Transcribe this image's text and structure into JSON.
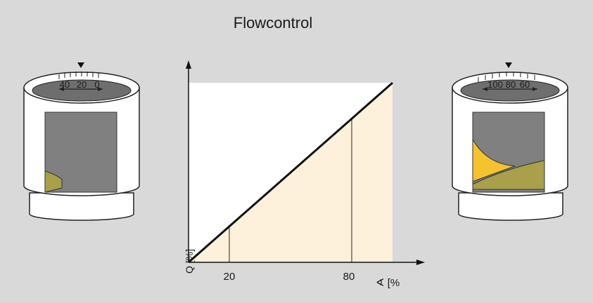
{
  "title": "Flowcontrol",
  "chart_data": {
    "type": "line",
    "x": [
      0,
      20,
      80,
      100
    ],
    "y": [
      0,
      20,
      80,
      100
    ],
    "xlim": [
      0,
      100
    ],
    "ylim": [
      0,
      100
    ],
    "x_ticks": [
      "20",
      "80"
    ],
    "x_axis_unit": "∢ [%",
    "y_axis_unit": "Q [%]",
    "highlighted_x": [
      20,
      80
    ]
  },
  "left_valve": {
    "scale": [
      "40",
      "20",
      "0"
    ],
    "fill_level": 0.12
  },
  "right_valve": {
    "scale": [
      "100",
      "80",
      "60"
    ],
    "fill_level": 0.75
  },
  "colors": {
    "background": "#d9d9d9",
    "plot_area": "#ffffff",
    "shaded_area": "#fdf1dc",
    "line": "#111111",
    "valve_body": "#ffffff",
    "valve_window": "#808080",
    "flow_olive": "#a8a04a",
    "flow_yellow": "#f5c230"
  }
}
